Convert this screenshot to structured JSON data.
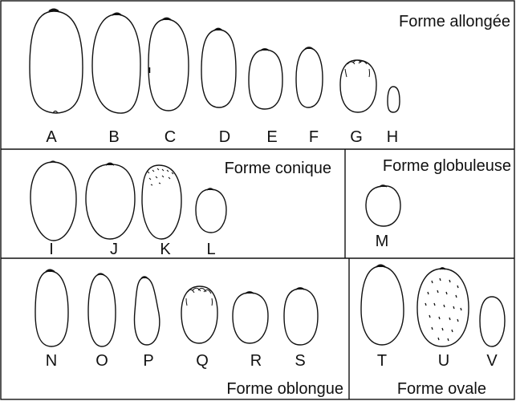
{
  "sections": {
    "allongee": "Forme allongée",
    "conique": "Forme conique",
    "globuleuse": "Forme globuleuse",
    "oblongue": "Forme oblongue",
    "ovale": "Forme ovale"
  },
  "labels": {
    "A": "A",
    "B": "B",
    "C": "C",
    "D": "D",
    "E": "E",
    "F": "F",
    "G": "G",
    "H": "H",
    "I": "I",
    "J": "J",
    "K": "K",
    "L": "L",
    "M": "M",
    "N": "N",
    "O": "O",
    "P": "P",
    "Q": "Q",
    "R": "R",
    "S": "S",
    "T": "T",
    "U": "U",
    "V": "V"
  }
}
